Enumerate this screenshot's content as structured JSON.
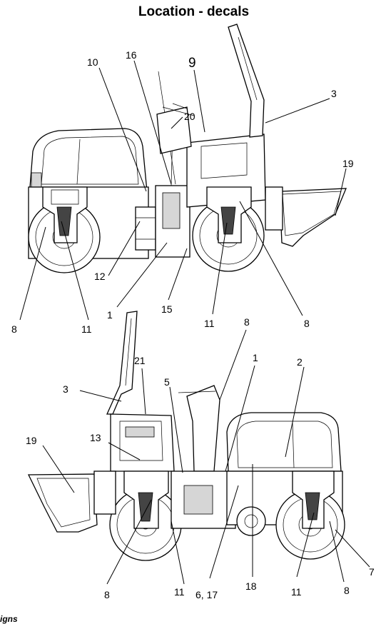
{
  "title": "Location - decals",
  "caption": "igns",
  "top_view": {
    "labels": {
      "l10": "10",
      "l16": "16",
      "l9": "9",
      "l20": "20",
      "l3": "3",
      "l19": "19",
      "l8a": "8",
      "l11a": "11",
      "l12": "12",
      "l1": "1",
      "l15": "15",
      "l11b": "11",
      "l8b": "8"
    }
  },
  "bottom_view": {
    "labels": {
      "l8": "8",
      "l21": "21",
      "l1": "1",
      "l2": "2",
      "l3": "3",
      "l5": "5",
      "l19": "19",
      "l13": "13",
      "l8b": "8",
      "l11a": "11",
      "l6_17": "6, 17",
      "l18": "18",
      "l11b": "11",
      "l7": "7",
      "l8c": "8"
    }
  }
}
